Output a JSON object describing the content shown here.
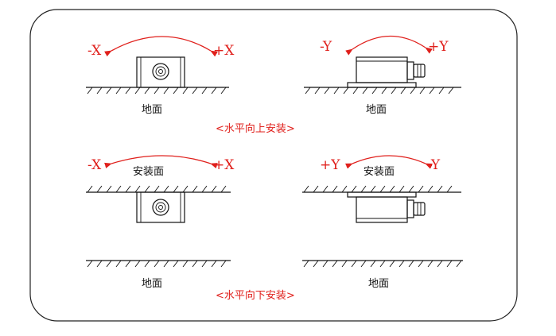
{
  "top": {
    "left": {
      "minus_label": "-X",
      "plus_label": "+X",
      "ground_label": "地面"
    },
    "right": {
      "minus_label": "-Y",
      "plus_label": "+Y",
      "ground_label": "地面"
    },
    "caption": "<水平向上安装>"
  },
  "bottom": {
    "left": {
      "minus_label": "-X",
      "plus_label": "+X",
      "surface_label": "安装面",
      "ground_label": "地面"
    },
    "right": {
      "plus_label": "+Y",
      "minus_label": "-Y",
      "surface_label": "安装面",
      "ground_label": "地面"
    },
    "caption": "<水平向下安装>"
  },
  "colors": {
    "accent": "#e0201c",
    "ink": "#111111"
  }
}
